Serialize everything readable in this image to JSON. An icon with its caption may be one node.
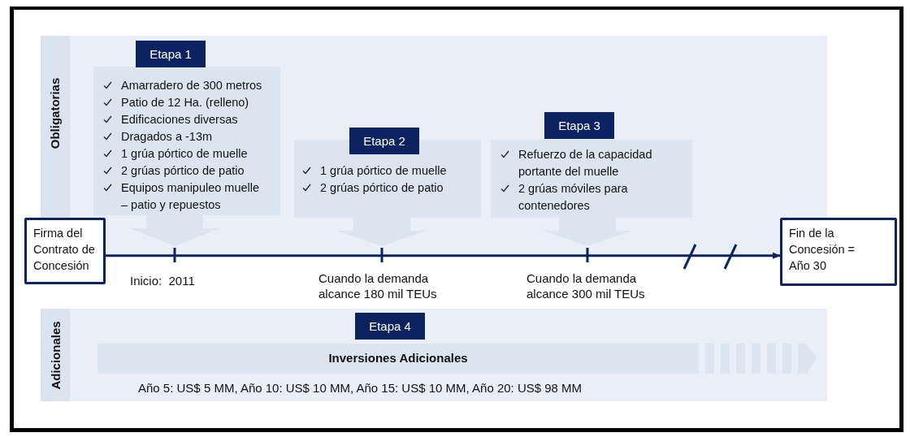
{
  "diagram": {
    "nodes": [
      {
        "text": [
          "Obligatorias"
        ]
      },
      {
        "text": [
          "Etapa 1"
        ],
        "in": 0
      },
      {
        "text": [
          "Amarradero de 300 metros",
          "Patio de 12 Ha. (relleno)",
          "Edificaciones diversas",
          "Dragados a -13m",
          "1 grúa pórtico de muelle",
          "2 grúas pórtico de patio",
          "Equipos manipuleo muelle – patio y repuestos"
        ],
        "in": 0
      },
      {
        "text": [
          "Etapa 2"
        ],
        "in": 0
      },
      {
        "text": [
          "1 grúa pórtico de muelle",
          "2 grúas pórtico de patio"
        ],
        "in": 0
      },
      {
        "text": [
          "Etapa 3"
        ],
        "in": 0
      },
      {
        "text": [
          "Refuerzo de la capacidad portante del muelle",
          "2 grúas móviles para contenedores"
        ],
        "in": 0
      },
      {
        "text": [
          "Firma del Contrato de Concesión"
        ]
      },
      {
        "text": [
          "Fin de la Concesión = Año 30"
        ]
      },
      {
        "text": [
          "Adicionales"
        ]
      },
      {
        "text": [
          "Etapa 4"
        ],
        "in": 9
      },
      {
        "text": [
          "Inversiones Adicionales"
        ],
        "in": 9,
        "beside": [
          "Año 5:  US$ 5 MM, Año 10:  US$ 10 MM,  Año 15: US$ 10 MM,  Año 20:  US$ 98 MM"
        ]
      }
    ],
    "edges": [
      {
        "from": 7,
        "to": 8,
        "arrow": "to"
      },
      {
        "from": 2,
        "to": null,
        "arrow": "to"
      },
      {
        "from": 4,
        "to": null,
        "arrow": "to"
      },
      {
        "from": 6,
        "to": null,
        "arrow": "to"
      }
    ],
    "labels": [
      "Inicio:  2011",
      "Cuando la demanda alcance 180 mil TEUs",
      "Cuando la demanda alcance 300 mil TEUs"
    ]
  }
}
